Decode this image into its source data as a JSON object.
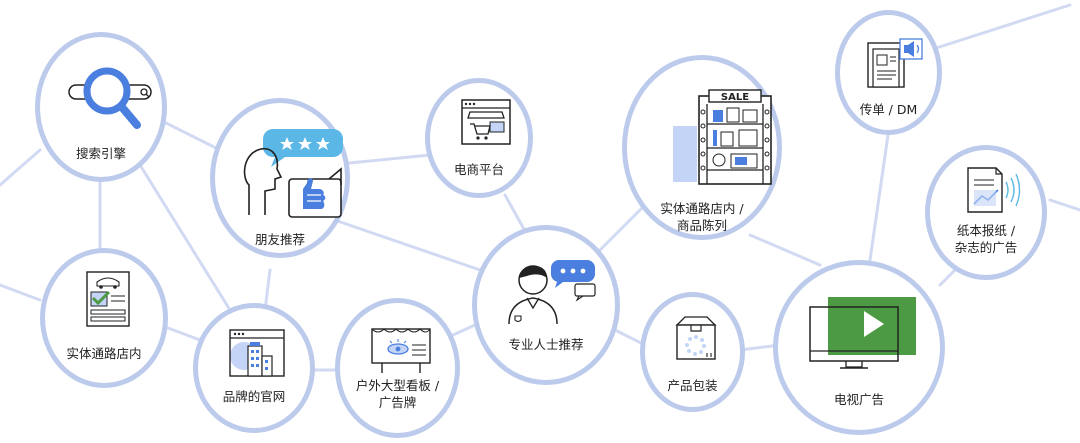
{
  "nodes": {
    "search": {
      "label": [
        "搜索引擎"
      ]
    },
    "friend": {
      "label": [
        "朋友推荐"
      ]
    },
    "ecommerce": {
      "label": [
        "电商平台"
      ]
    },
    "store_display": {
      "label": [
        "实体通路店内 /",
        "商品陈列"
      ]
    },
    "flyer": {
      "label": [
        "传单 / DM"
      ]
    },
    "print": {
      "label": [
        "纸本报纸 /",
        "杂志的广告"
      ]
    },
    "store_inside": {
      "label": [
        "实体通路店内"
      ]
    },
    "brand_site": {
      "label": [
        "品牌的官网"
      ]
    },
    "billboard": {
      "label": [
        "户外大型看板 /",
        "广告牌"
      ]
    },
    "expert": {
      "label": [
        "专业人士推荐"
      ]
    },
    "packaging": {
      "label": [
        "产品包装"
      ]
    },
    "tv": {
      "label": [
        "电视广告"
      ]
    }
  },
  "sale_sign": "SALE",
  "colors": {
    "ring": "#bccaec",
    "line": "#d2daf3",
    "blue": "#4a7fe0",
    "bubble": "#5ab7e6",
    "green": "#4c9a44",
    "light_blue": "#c3d4f6"
  }
}
